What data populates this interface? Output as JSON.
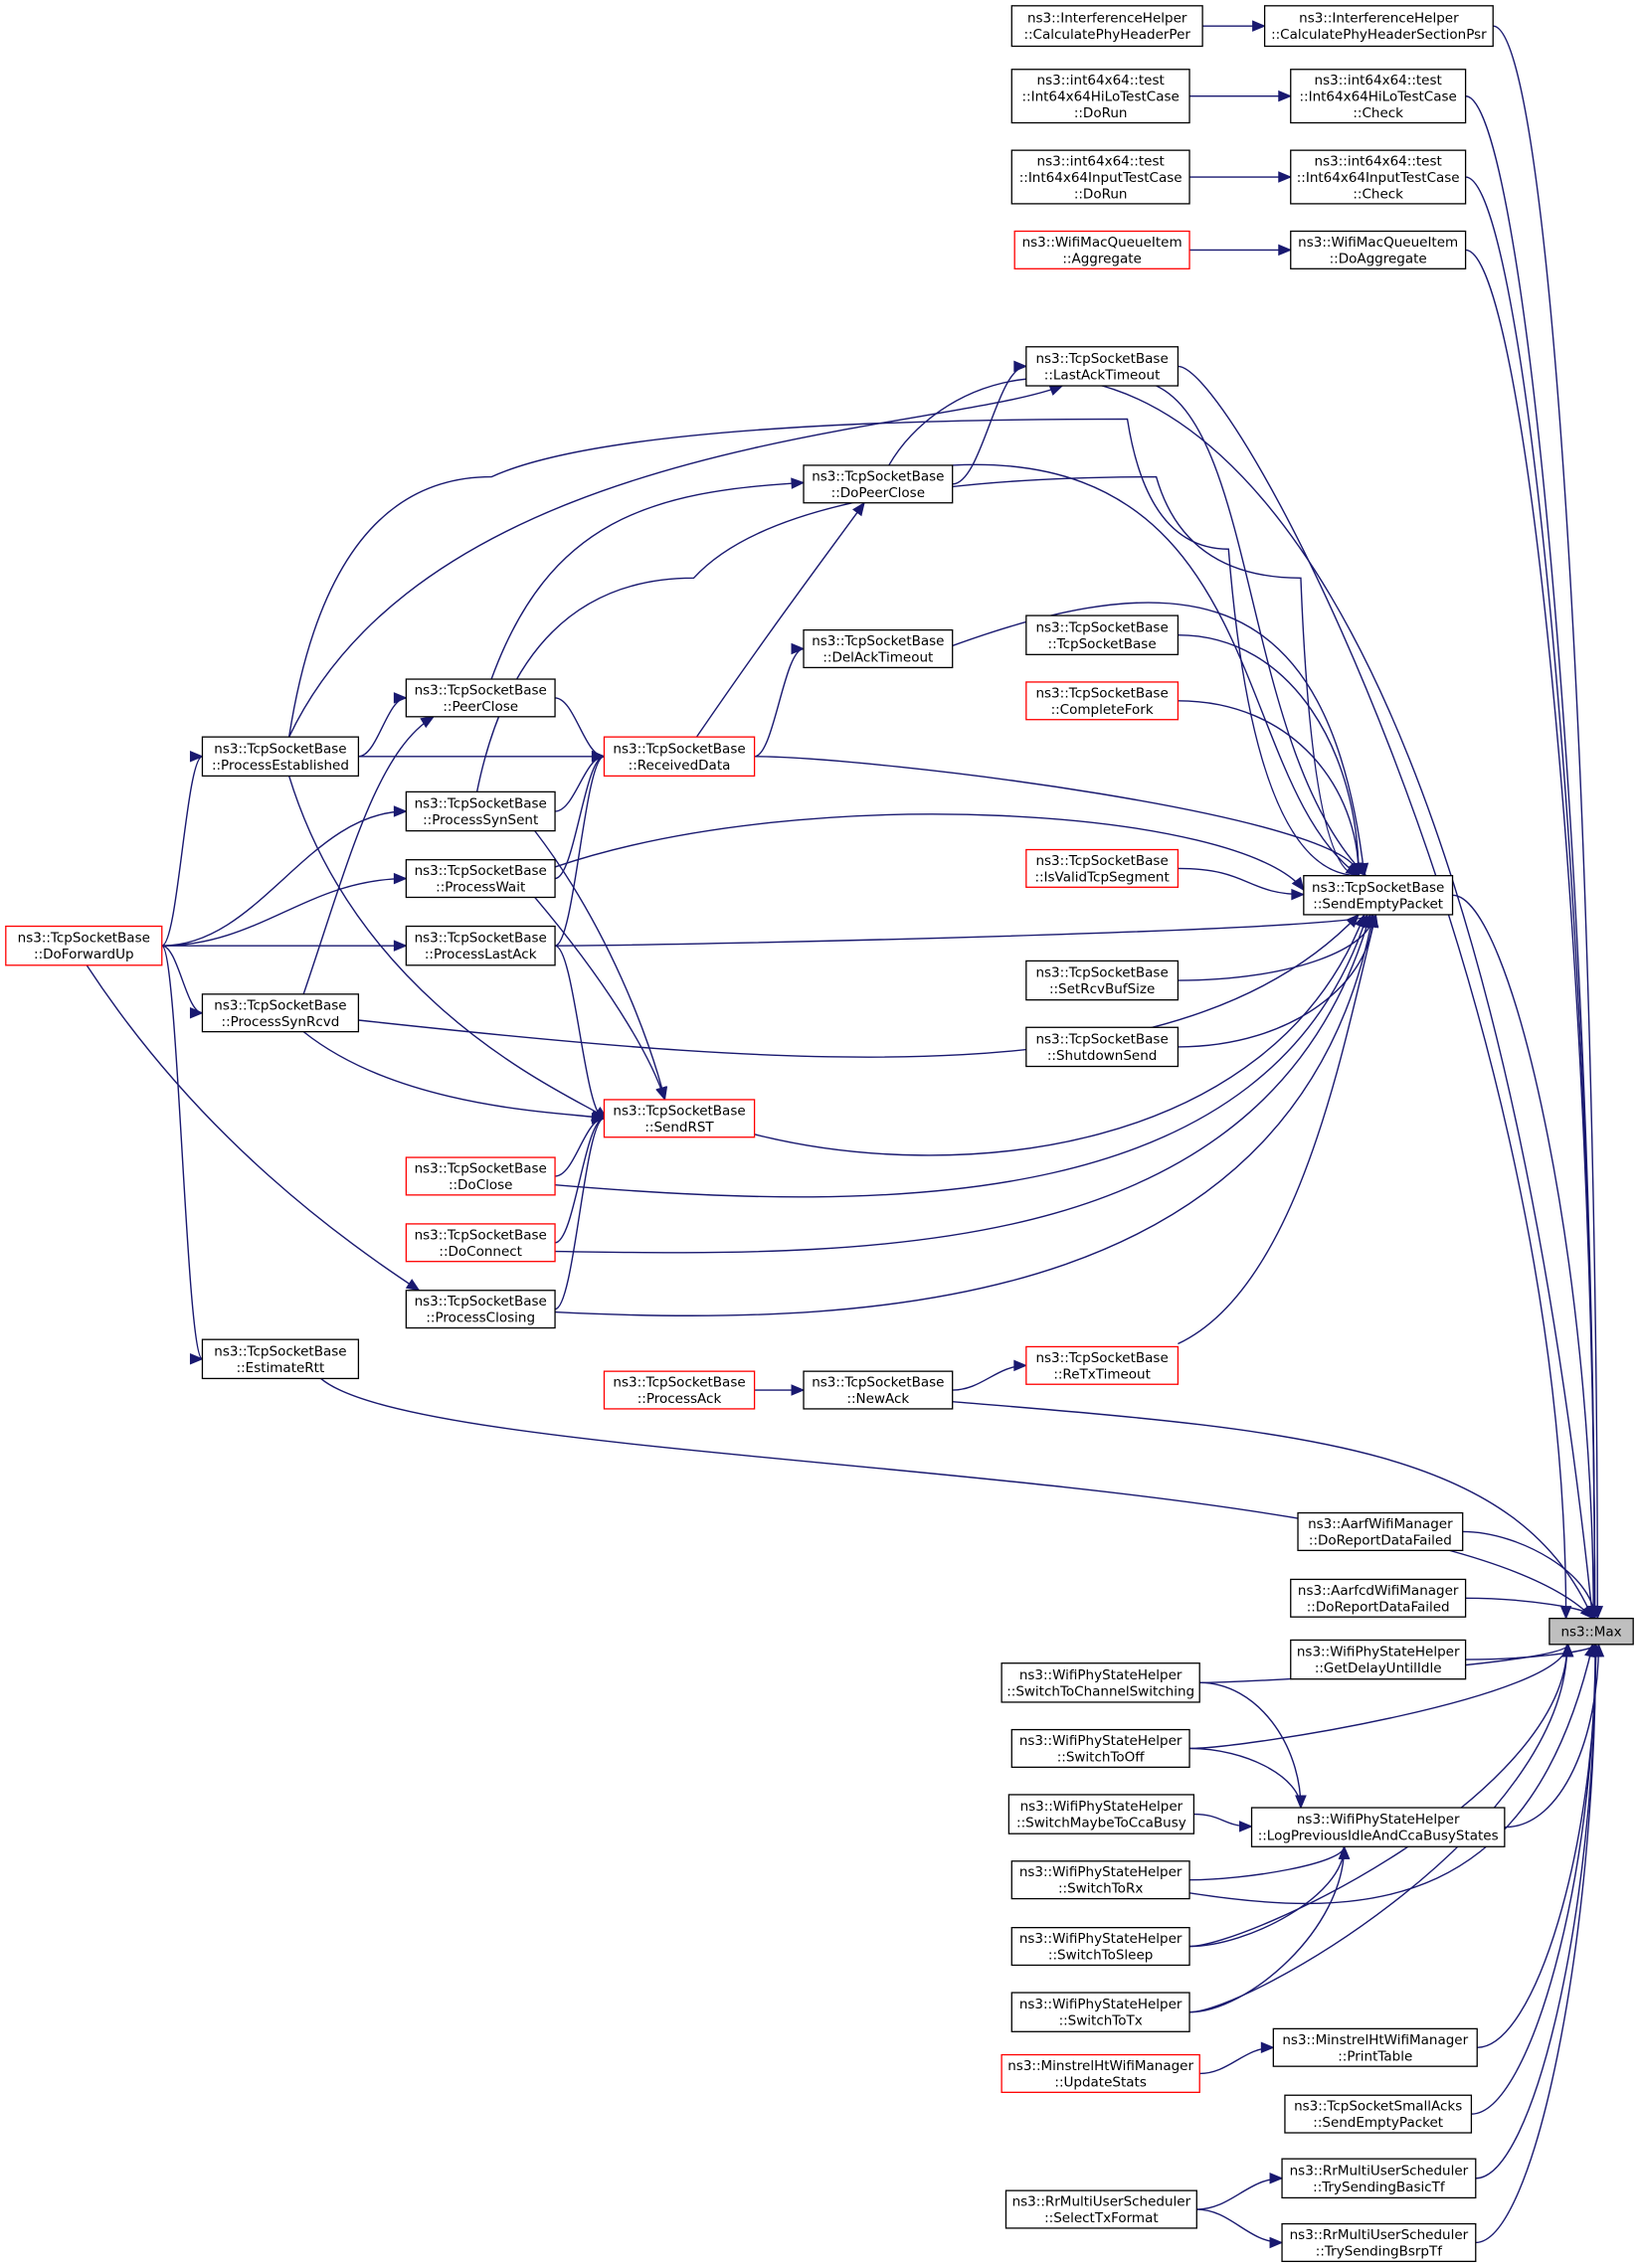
{
  "nodes": [
    {
      "id": "max",
      "lines": [
        "ns3::Max"
      ],
      "style": "root"
    },
    {
      "id": "calcPhyPer",
      "lines": [
        "ns3::InterferenceHelper",
        "::CalculatePhyHeaderPer"
      ],
      "style": "black"
    },
    {
      "id": "calcPhySecPsr",
      "lines": [
        "ns3::InterferenceHelper",
        "::CalculatePhyHeaderSectionPsr"
      ],
      "style": "black"
    },
    {
      "id": "hiLoDoRun",
      "lines": [
        "ns3::int64x64::test",
        "::Int64x64HiLoTestCase",
        "::DoRun"
      ],
      "style": "black"
    },
    {
      "id": "hiLoCheck",
      "lines": [
        "ns3::int64x64::test",
        "::Int64x64HiLoTestCase",
        "::Check"
      ],
      "style": "black"
    },
    {
      "id": "inputDoRun",
      "lines": [
        "ns3::int64x64::test",
        "::Int64x64InputTestCase",
        "::DoRun"
      ],
      "style": "black"
    },
    {
      "id": "inputCheck",
      "lines": [
        "ns3::int64x64::test",
        "::Int64x64InputTestCase",
        "::Check"
      ],
      "style": "black"
    },
    {
      "id": "aggregate",
      "lines": [
        "ns3::WifiMacQueueItem",
        "::Aggregate"
      ],
      "style": "red"
    },
    {
      "id": "doAggregate",
      "lines": [
        "ns3::WifiMacQueueItem",
        "::DoAggregate"
      ],
      "style": "black"
    },
    {
      "id": "lastAckTimeout",
      "lines": [
        "ns3::TcpSocketBase",
        "::LastAckTimeout"
      ],
      "style": "black"
    },
    {
      "id": "doPeerClose",
      "lines": [
        "ns3::TcpSocketBase",
        "::DoPeerClose"
      ],
      "style": "black"
    },
    {
      "id": "tcpSocketBase",
      "lines": [
        "ns3::TcpSocketBase",
        "::TcpSocketBase"
      ],
      "style": "black"
    },
    {
      "id": "delAckTimeout",
      "lines": [
        "ns3::TcpSocketBase",
        "::DelAckTimeout"
      ],
      "style": "black"
    },
    {
      "id": "completeFork",
      "lines": [
        "ns3::TcpSocketBase",
        "::CompleteFork"
      ],
      "style": "red"
    },
    {
      "id": "peerClose",
      "lines": [
        "ns3::TcpSocketBase",
        "::PeerClose"
      ],
      "style": "black"
    },
    {
      "id": "processEstablished",
      "lines": [
        "ns3::TcpSocketBase",
        "::ProcessEstablished"
      ],
      "style": "black"
    },
    {
      "id": "receivedData",
      "lines": [
        "ns3::TcpSocketBase",
        "::ReceivedData"
      ],
      "style": "red"
    },
    {
      "id": "processSynSent",
      "lines": [
        "ns3::TcpSocketBase",
        "::ProcessSynSent"
      ],
      "style": "black"
    },
    {
      "id": "isValidTcpSegment",
      "lines": [
        "ns3::TcpSocketBase",
        "::IsValidTcpSegment"
      ],
      "style": "red"
    },
    {
      "id": "sendEmptyPacket",
      "lines": [
        "ns3::TcpSocketBase",
        "::SendEmptyPacket"
      ],
      "style": "black"
    },
    {
      "id": "processWait",
      "lines": [
        "ns3::TcpSocketBase",
        "::ProcessWait"
      ],
      "style": "black"
    },
    {
      "id": "doForwardUp",
      "lines": [
        "ns3::TcpSocketBase",
        "::DoForwardUp"
      ],
      "style": "red"
    },
    {
      "id": "processLastAck",
      "lines": [
        "ns3::TcpSocketBase",
        "::ProcessLastAck"
      ],
      "style": "black"
    },
    {
      "id": "setRcvBufSize",
      "lines": [
        "ns3::TcpSocketBase",
        "::SetRcvBufSize"
      ],
      "style": "black"
    },
    {
      "id": "processSynRcvd",
      "lines": [
        "ns3::TcpSocketBase",
        "::ProcessSynRcvd"
      ],
      "style": "black"
    },
    {
      "id": "shutdownSend",
      "lines": [
        "ns3::TcpSocketBase",
        "::ShutdownSend"
      ],
      "style": "black"
    },
    {
      "id": "sendRST",
      "lines": [
        "ns3::TcpSocketBase",
        "::SendRST"
      ],
      "style": "red"
    },
    {
      "id": "doClose",
      "lines": [
        "ns3::TcpSocketBase",
        "::DoClose"
      ],
      "style": "red"
    },
    {
      "id": "doConnect",
      "lines": [
        "ns3::TcpSocketBase",
        "::DoConnect"
      ],
      "style": "red"
    },
    {
      "id": "processClosing",
      "lines": [
        "ns3::TcpSocketBase",
        "::ProcessClosing"
      ],
      "style": "black"
    },
    {
      "id": "estimateRtt",
      "lines": [
        "ns3::TcpSocketBase",
        "::EstimateRtt"
      ],
      "style": "black"
    },
    {
      "id": "reTxTimeout",
      "lines": [
        "ns3::TcpSocketBase",
        "::ReTxTimeout"
      ],
      "style": "red"
    },
    {
      "id": "processAck",
      "lines": [
        "ns3::TcpSocketBase",
        "::ProcessAck"
      ],
      "style": "red"
    },
    {
      "id": "newAck",
      "lines": [
        "ns3::TcpSocketBase",
        "::NewAck"
      ],
      "style": "black"
    },
    {
      "id": "aarfDoReport",
      "lines": [
        "ns3::AarfWifiManager",
        "::DoReportDataFailed"
      ],
      "style": "black"
    },
    {
      "id": "aarfcdDoReport",
      "lines": [
        "ns3::AarfcdWifiManager",
        "::DoReportDataFailed"
      ],
      "style": "black"
    },
    {
      "id": "getDelayUntilIdle",
      "lines": [
        "ns3::WifiPhyStateHelper",
        "::GetDelayUntilIdle"
      ],
      "style": "black"
    },
    {
      "id": "switchToChannelSwitching",
      "lines": [
        "ns3::WifiPhyStateHelper",
        "::SwitchToChannelSwitching"
      ],
      "style": "black"
    },
    {
      "id": "switchToOff",
      "lines": [
        "ns3::WifiPhyStateHelper",
        "::SwitchToOff"
      ],
      "style": "black"
    },
    {
      "id": "switchMaybeToCcaBusy",
      "lines": [
        "ns3::WifiPhyStateHelper",
        "::SwitchMaybeToCcaBusy"
      ],
      "style": "black"
    },
    {
      "id": "logPrevious",
      "lines": [
        "ns3::WifiPhyStateHelper",
        "::LogPreviousIdleAndCcaBusyStates"
      ],
      "style": "black"
    },
    {
      "id": "switchToRx",
      "lines": [
        "ns3::WifiPhyStateHelper",
        "::SwitchToRx"
      ],
      "style": "black"
    },
    {
      "id": "switchToSleep",
      "lines": [
        "ns3::WifiPhyStateHelper",
        "::SwitchToSleep"
      ],
      "style": "black"
    },
    {
      "id": "switchToTx",
      "lines": [
        "ns3::WifiPhyStateHelper",
        "::SwitchToTx"
      ],
      "style": "black"
    },
    {
      "id": "printTable",
      "lines": [
        "ns3::MinstrelHtWifiManager",
        "::PrintTable"
      ],
      "style": "black"
    },
    {
      "id": "updateStats",
      "lines": [
        "ns3::MinstrelHtWifiManager",
        "::UpdateStats"
      ],
      "style": "red"
    },
    {
      "id": "smallAcksSendEmpty",
      "lines": [
        "ns3::TcpSocketSmallAcks",
        "::SendEmptyPacket"
      ],
      "style": "black"
    },
    {
      "id": "trySendingBasicTf",
      "lines": [
        "ns3::RrMultiUserScheduler",
        "::TrySendingBasicTf"
      ],
      "style": "black"
    },
    {
      "id": "selectTxFormat",
      "lines": [
        "ns3::RrMultiUserScheduler",
        "::SelectTxFormat"
      ],
      "style": "black"
    },
    {
      "id": "trySendingBsrpTf",
      "lines": [
        "ns3::RrMultiUserScheduler",
        "::TrySendingBsrpTf"
      ],
      "style": "black"
    }
  ],
  "edges": [
    [
      "calcPhyPer",
      "calcPhySecPsr"
    ],
    [
      "calcPhySecPsr",
      "max"
    ],
    [
      "hiLoDoRun",
      "hiLoCheck"
    ],
    [
      "hiLoCheck",
      "max"
    ],
    [
      "inputDoRun",
      "inputCheck"
    ],
    [
      "inputCheck",
      "max"
    ],
    [
      "aggregate",
      "doAggregate"
    ],
    [
      "doAggregate",
      "max"
    ],
    [
      "doPeerClose",
      "max"
    ],
    [
      "lastAckTimeout",
      "max"
    ],
    [
      "doPeerClose",
      "lastAckTimeout"
    ],
    [
      "processEstablished",
      "lastAckTimeout"
    ],
    [
      "peerClose",
      "doPeerClose"
    ],
    [
      "receivedData",
      "doPeerClose"
    ],
    [
      "delAckTimeout",
      "sendEmptyPacket"
    ],
    [
      "tcpSocketBase",
      "sendEmptyPacket"
    ],
    [
      "completeFork",
      "sendEmptyPacket"
    ],
    [
      "receivedData",
      "delAckTimeout"
    ],
    [
      "processEstablished",
      "peerClose"
    ],
    [
      "processSynRcvd",
      "peerClose"
    ],
    [
      "peerClose",
      "receivedData"
    ],
    [
      "processEstablished",
      "receivedData"
    ],
    [
      "processSynSent",
      "receivedData"
    ],
    [
      "processWait",
      "receivedData"
    ],
    [
      "processLastAck",
      "receivedData"
    ],
    [
      "receivedData",
      "sendEmptyPacket"
    ],
    [
      "isValidTcpSegment",
      "sendEmptyPacket"
    ],
    [
      "setRcvBufSize",
      "sendEmptyPacket"
    ],
    [
      "shutdownSend",
      "sendEmptyPacket"
    ],
    [
      "doPeerClose",
      "sendEmptyPacket"
    ],
    [
      "lastAckTimeout",
      "sendEmptyPacket"
    ],
    [
      "processEstablished",
      "sendEmptyPacket"
    ],
    [
      "processSynSent",
      "sendEmptyPacket"
    ],
    [
      "processWait",
      "sendEmptyPacket"
    ],
    [
      "processLastAck",
      "sendEmptyPacket"
    ],
    [
      "processSynRcvd",
      "sendEmptyPacket"
    ],
    [
      "sendRST",
      "sendEmptyPacket"
    ],
    [
      "doClose",
      "sendEmptyPacket"
    ],
    [
      "doConnect",
      "sendEmptyPacket"
    ],
    [
      "processClosing",
      "sendEmptyPacket"
    ],
    [
      "reTxTimeout",
      "sendEmptyPacket"
    ],
    [
      "sendEmptyPacket",
      "max"
    ],
    [
      "doForwardUp",
      "processEstablished"
    ],
    [
      "doForwardUp",
      "processSynSent"
    ],
    [
      "doForwardUp",
      "processWait"
    ],
    [
      "doForwardUp",
      "processLastAck"
    ],
    [
      "doForwardUp",
      "processSynRcvd"
    ],
    [
      "doForwardUp",
      "processClosing"
    ],
    [
      "doForwardUp",
      "estimateRtt"
    ],
    [
      "processEstablished",
      "sendRST"
    ],
    [
      "processSynSent",
      "sendRST"
    ],
    [
      "processWait",
      "sendRST"
    ],
    [
      "processLastAck",
      "sendRST"
    ],
    [
      "processSynRcvd",
      "sendRST"
    ],
    [
      "doClose",
      "sendRST"
    ],
    [
      "doConnect",
      "sendRST"
    ],
    [
      "processClosing",
      "sendRST"
    ],
    [
      "estimateRtt",
      "max"
    ],
    [
      "processAck",
      "newAck"
    ],
    [
      "newAck",
      "reTxTimeout"
    ],
    [
      "newAck",
      "max"
    ],
    [
      "aarfDoReport",
      "max"
    ],
    [
      "aarfcdDoReport",
      "max"
    ],
    [
      "getDelayUntilIdle",
      "max"
    ],
    [
      "switchToChannelSwitching",
      "max"
    ],
    [
      "switchToOff",
      "max"
    ],
    [
      "switchToRx",
      "max"
    ],
    [
      "switchToSleep",
      "max"
    ],
    [
      "switchToTx",
      "max"
    ],
    [
      "logPrevious",
      "max"
    ],
    [
      "switchToChannelSwitching",
      "logPrevious"
    ],
    [
      "switchToOff",
      "logPrevious"
    ],
    [
      "switchMaybeToCcaBusy",
      "logPrevious"
    ],
    [
      "switchToRx",
      "logPrevious"
    ],
    [
      "switchToSleep",
      "logPrevious"
    ],
    [
      "switchToTx",
      "logPrevious"
    ],
    [
      "printTable",
      "max"
    ],
    [
      "updateStats",
      "printTable"
    ],
    [
      "smallAcksSendEmpty",
      "max"
    ],
    [
      "trySendingBasicTf",
      "max"
    ],
    [
      "trySendingBsrpTf",
      "max"
    ],
    [
      "selectTxFormat",
      "trySendingBasicTf"
    ],
    [
      "selectTxFormat",
      "trySendingBsrpTf"
    ]
  ]
}
